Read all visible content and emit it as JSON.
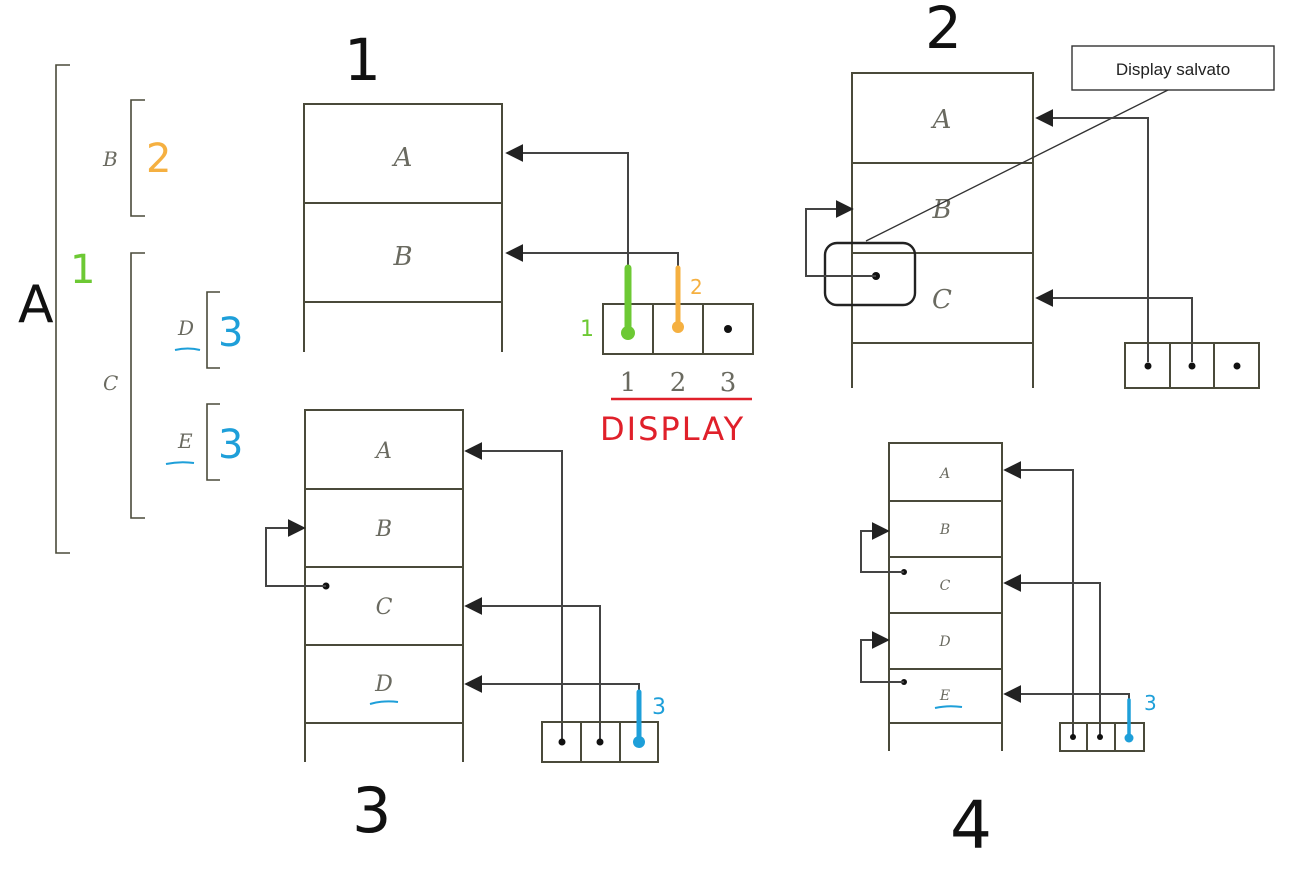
{
  "colors": {
    "ink": "#111111",
    "frame": "#4a4a3a",
    "green": "#6dc934",
    "orange": "#f5b041",
    "blue": "#1e9fd9",
    "red": "#e0202a"
  },
  "nesting": {
    "outer_label": "A",
    "outer_level": "1",
    "b_label": "B",
    "b_level": "2",
    "c_label": "C",
    "d_label": "D",
    "d_level": "3",
    "e_label": "E",
    "e_level": "3"
  },
  "panel1": {
    "number": "1",
    "frames": [
      "A",
      "B"
    ],
    "display_indices": [
      "1",
      "2",
      "3"
    ],
    "green_tag": "1",
    "orange_tag": "2",
    "display_caption": "DISPLAY"
  },
  "panel2": {
    "number": "2",
    "frames": [
      "A",
      "B",
      "C"
    ],
    "callout": "Display salvato"
  },
  "panel3": {
    "number": "3",
    "frames": [
      "A",
      "B",
      "C",
      "D"
    ],
    "blue_tag": "3"
  },
  "panel4": {
    "number": "4",
    "frames": [
      "A",
      "B",
      "C",
      "D",
      "E"
    ],
    "blue_tag": "3"
  }
}
